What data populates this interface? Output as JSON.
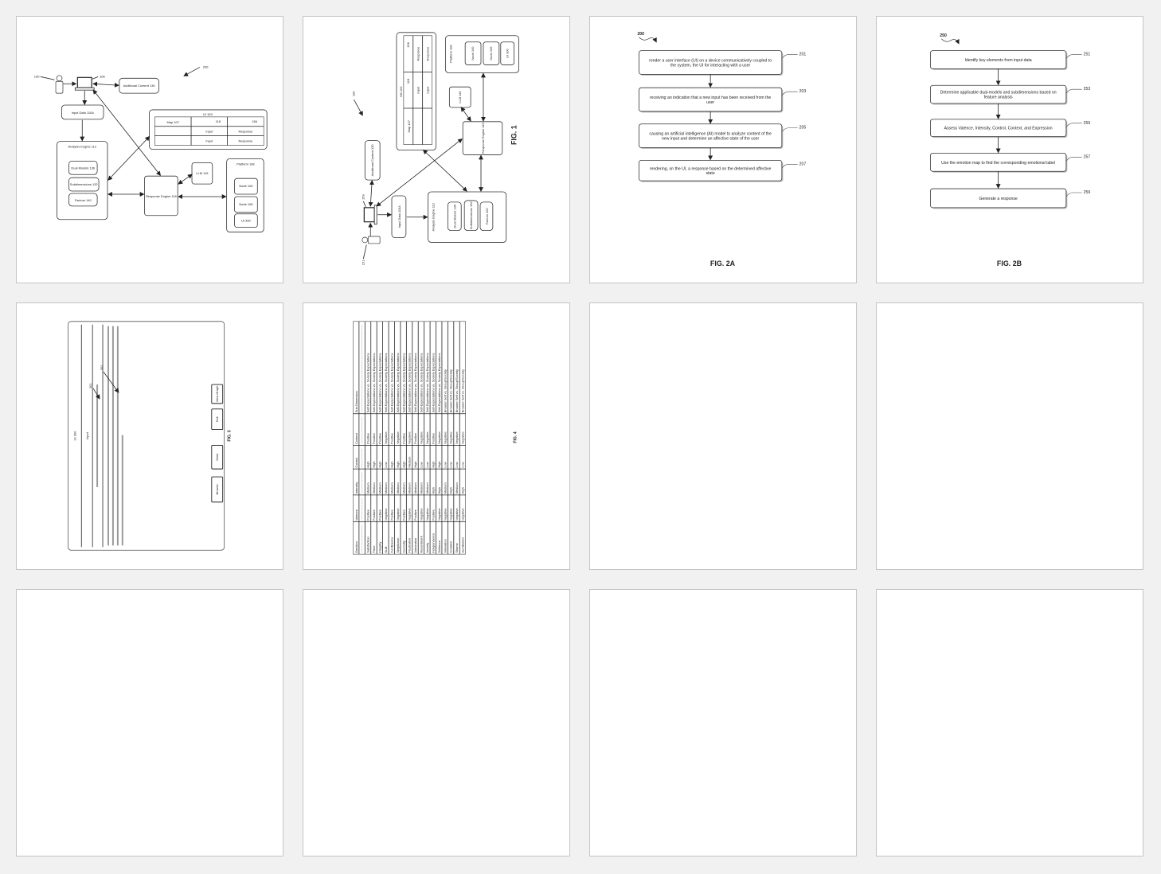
{
  "fig1a": {
    "ref": "200",
    "user": "100",
    "device": "106",
    "additional": "Additional Content 130",
    "input": "Input Data 110A",
    "engine": "Analysis Engine 112",
    "dual": "Dual Models 136",
    "sub": "Subdimensions 132",
    "factors": "Factors 140",
    "ui": "UI 103",
    "map": "Map 107",
    "col1_ref": "118",
    "col2_ref": "156",
    "cells": [
      "Input",
      "Response",
      "Input",
      "Response"
    ],
    "llm": "LLM 115",
    "resp": "Response Engine 118",
    "platform": "Platform 108",
    "node1": "Node 100",
    "node2": "Node 106",
    "uinode": "UI 300"
  },
  "fig1": {
    "ref": "100",
    "user": "151",
    "device": "159",
    "additional": "Additional Content 130",
    "input": "Input Data 110A",
    "engine": "Analysis Engine 112",
    "dual": "Dual Models 136",
    "sub": "Subdimensions 132",
    "factors": "Factors 100",
    "ui": "DB 103",
    "map": "Map 107",
    "col1_ref": "118",
    "col2_ref": "156",
    "cells": [
      "Input",
      "Response",
      "Input",
      "Response"
    ],
    "llm": "LLM 115",
    "resp": "Response Engine 118",
    "platform": "Platform 108",
    "node1": "Node 100",
    "node2": "Node 105",
    "uinode": "UI 300",
    "caption": "FIG. 1"
  },
  "fig2a": {
    "ref": "200",
    "caption": "FIG. 2A",
    "steps": [
      {
        "num": "201",
        "lines": [
          "render a user interface (UI) on a device communicatively coupled to",
          "the system, the UI for interacting with a user"
        ]
      },
      {
        "num": "203",
        "lines": [
          "receiving an indication that a new input has been received from the",
          "user"
        ]
      },
      {
        "num": "205",
        "lines": [
          "causing an artificial intelligence (AI) model to analyze content of the",
          "new input and determine an affective state of the user"
        ]
      },
      {
        "num": "207",
        "lines": [
          "rendering, on the UI, a response based on the determined affective",
          "state"
        ]
      }
    ]
  },
  "fig2b": {
    "ref": "250",
    "caption": "FIG. 2B",
    "steps": [
      {
        "num": "251",
        "lines": [
          "Identify key elements from input data"
        ]
      },
      {
        "num": "253",
        "lines": [
          "Determine applicable dual-models and subdimensions based on",
          "feature analysis"
        ]
      },
      {
        "num": "255",
        "lines": [
          "Assess Valence, Intensity, Control, Context, and Expression"
        ]
      },
      {
        "num": "257",
        "lines": [
          "Use the emotion map to find the corresponding emotional label"
        ]
      },
      {
        "num": "259",
        "lines": [
          "Generate a response"
        ]
      }
    ]
  },
  "fig3": {
    "caption": "FIG. 3",
    "title": "UI 300",
    "input_label": "Input",
    "ref_prompt": "301",
    "ref_response": "302",
    "buttons": [
      "Browse",
      "Send",
      "Exit",
      "View Graph"
    ]
  },
  "fig4": {
    "caption": "FIG. 4",
    "columns": [
      "Emotion",
      "Valence",
      "Intensity",
      "Control",
      "Context",
      "Sub-Dimension"
    ],
    "rows": [
      [
        "Satisfaction",
        "Positive",
        "Medium",
        "High",
        "Positive",
        "Self-Expectations vs. Society Expectations"
      ],
      [
        "Pride",
        "Positive",
        "Medium",
        "High",
        "Positive",
        "Self-Expectations vs. Society Expectations"
      ],
      [
        "Integrity",
        "Positive",
        "Medium",
        "High",
        "Positive",
        "Self-Expectations vs. Society Expectations"
      ],
      [
        "Guilt",
        "Negative",
        "Medium",
        "Low",
        "Negative",
        "Self-Expectations vs. Society Expectations"
      ],
      [
        "Confidence",
        "Positive",
        "Medium",
        "High",
        "Positive",
        "Self-Expectations vs. Society Expectations"
      ],
      [
        "Skepticism",
        "Negative",
        "Medium",
        "High",
        "Negative",
        "Self-Expectations vs. Society Expectations"
      ],
      [
        "Curiosity",
        "Positive",
        "Medium",
        "High",
        "Positive",
        "Self-Expectations vs. Society Expectations"
      ],
      [
        "Frustration",
        "Negative",
        "Medium",
        "Medium",
        "Negative",
        "Self-Expectations vs. Society Expectations"
      ],
      [
        "Admiration",
        "Positive",
        "Medium",
        "High",
        "Positive",
        "Self-Expectations vs. Society Expectations"
      ],
      [
        "Resentment",
        "Negative",
        "Medium",
        "Low",
        "Negative",
        "Self-Expectations vs. Society Expectations"
      ],
      [
        "Anxiety",
        "Negative",
        "Medium",
        "Low",
        "Negative",
        "Self-Expectations vs. Society Expectations"
      ],
      [
        "Independence",
        "Positive",
        "High",
        "High",
        "Positive",
        "Self-Expectations vs. Society Expectations"
      ],
      [
        "Defiance",
        "Negative",
        "High",
        "High",
        "Negative",
        "Self-Expectations vs. Society Expectations"
      ],
      [
        "Alienation",
        "Negative",
        "Medium",
        "Low",
        "Negative",
        "Broader Self vs. Group/Society"
      ],
      [
        "Isolation",
        "Negative",
        "High",
        "Low",
        "Negative",
        "Broader Self vs. Group/Society"
      ],
      [
        "Shame",
        "Negative",
        "Medium",
        "Low",
        "Negative",
        "Broader Self vs. Group/Society"
      ],
      [
        "Humiliation",
        "Negative",
        "High",
        "Low",
        "Negative",
        "Broader Self vs. Group/Society"
      ]
    ]
  }
}
